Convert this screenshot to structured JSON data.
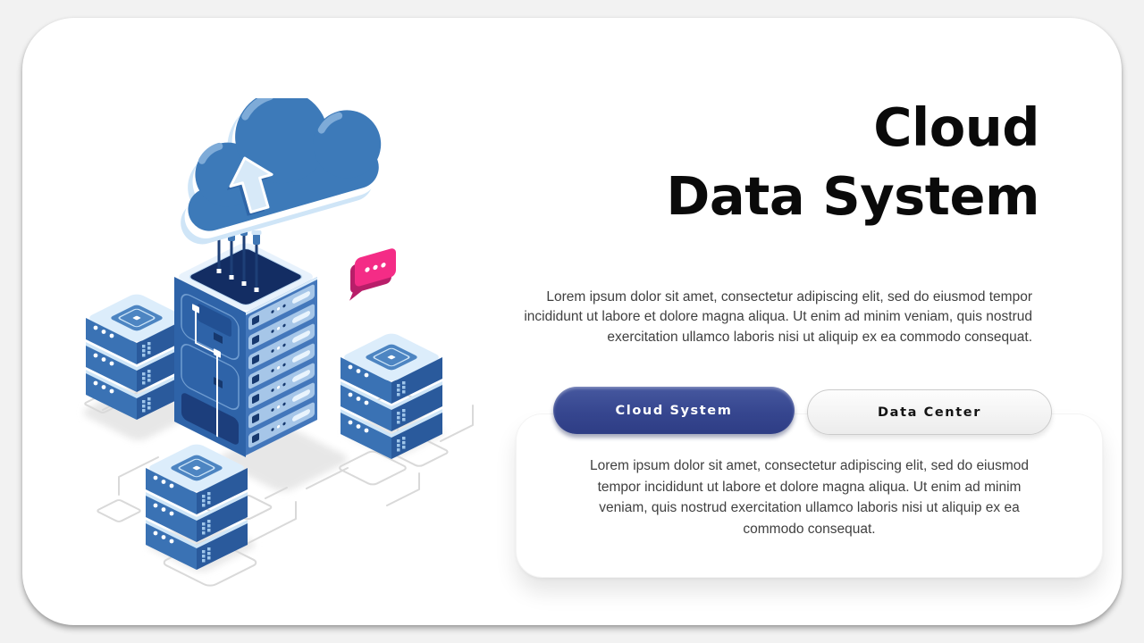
{
  "slide": {
    "title": {
      "line1": "Cloud",
      "line2": "Data System"
    },
    "intro_paragraph": "Lorem ipsum dolor sit amet, consectetur adipiscing elit, sed do eiusmod tempor incididunt ut labore et dolore magna aliqua. Ut enim ad minim veniam, quis nostrud exercitation ullamco laboris nisi ut aliquip ex ea commodo consequat.",
    "tabs": [
      {
        "label": "Cloud System",
        "selected": true
      },
      {
        "label": "Data Center",
        "selected": false
      }
    ],
    "detail_card": {
      "body": "Lorem ipsum dolor sit amet, consectetur adipiscing elit, sed do eiusmod tempor incididunt ut labore et dolore magna aliqua. Ut enim ad minim veniam, quis nostrud exercitation ullamco laboris nisi ut aliquip ex ea commodo consequat."
    },
    "illustration": {
      "icons": [
        "cloud-upload-icon",
        "server-tower",
        "server-stack-left",
        "server-stack-right",
        "server-stack-front",
        "chat-bubble-icon",
        "floor-circuit"
      ],
      "colors": {
        "primary_blue": "#3d7ab9",
        "dark_navy": "#16386e",
        "light_blue": "#dcedfb",
        "accent_pink": "#f42c86",
        "floor_gray": "#d9d9d9"
      }
    },
    "colors": {
      "page_background": "#f2f2f2",
      "slide_background": "#ffffff",
      "tab_selected_bg": "#36468f",
      "tab_selected_text": "#ffffff",
      "tab_default_bg": "#efefef",
      "tab_default_text": "#141414",
      "title_text": "#0a0a0a",
      "body_text": "#404040"
    }
  }
}
